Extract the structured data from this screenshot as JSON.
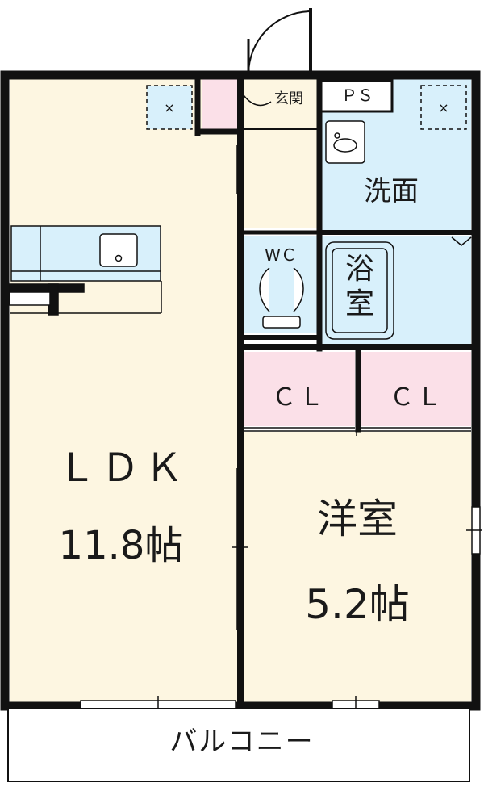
{
  "rooms": {
    "ldk": {
      "name": "ＬＤＫ",
      "size": "11.8帖"
    },
    "western": {
      "name": "洋室",
      "size": "5.2帖"
    },
    "entrance": {
      "name": "玄関"
    },
    "ps": {
      "name": "ＰＳ"
    },
    "washroom": {
      "name": "洗面"
    },
    "wc": {
      "name": "WC"
    },
    "bath": {
      "name": "浴\n室"
    },
    "closet_left": {
      "name": "ＣＬ"
    },
    "closet_right": {
      "name": "ＣＬ"
    },
    "balcony": {
      "name": "バルコニー"
    }
  },
  "colors": {
    "floor": "#fdf6e1",
    "wet": "#d8f0fb",
    "closet": "#fbe0e8",
    "wall": "#111111"
  }
}
